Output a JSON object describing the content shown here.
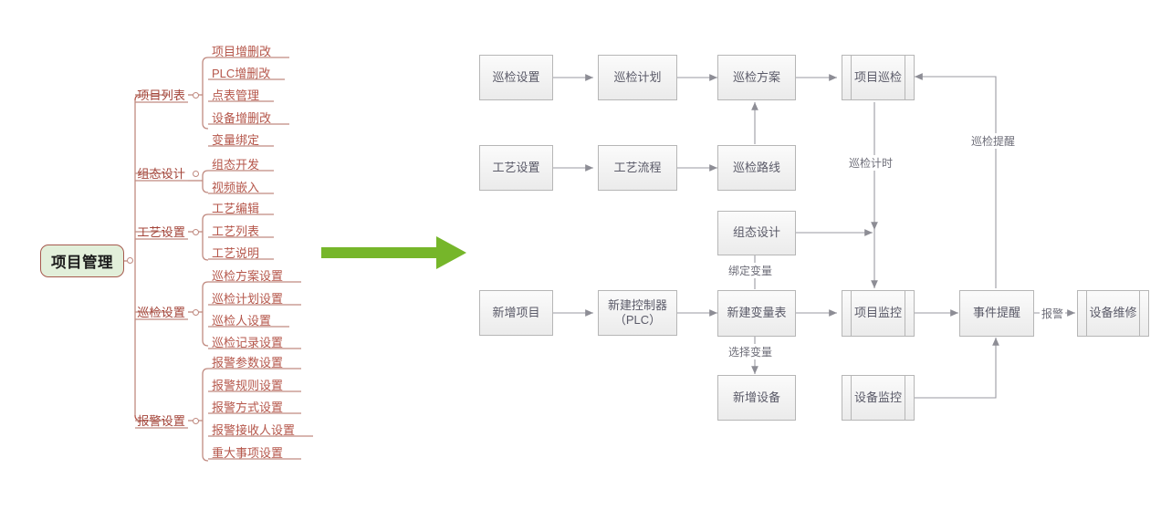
{
  "mindmap": {
    "root": {
      "label": "项目管理",
      "fill": "#e2efda",
      "border": "#a65a4e"
    },
    "branch_color": "#a4453a",
    "leaf_color": "#b5564a",
    "branches": [
      {
        "label": "项目列表",
        "leaves": [
          "项目增删改",
          "PLC增删改",
          "点表管理",
          "设备增删改",
          "变量绑定"
        ]
      },
      {
        "label": "组态设计",
        "leaves": [
          "组态开发",
          "视频嵌入"
        ]
      },
      {
        "label": "工艺设置",
        "leaves": [
          "工艺编辑",
          "工艺列表",
          "工艺说明"
        ]
      },
      {
        "label": "巡检设置",
        "leaves": [
          "巡检方案设置",
          "巡检计划设置",
          "巡检人设置",
          "巡检记录设置"
        ]
      },
      {
        "label": "报警设置",
        "leaves": [
          "报警参数设置",
          "报警规则设置",
          "报警方式设置",
          "报警接收人设置",
          "重大事项设置"
        ]
      }
    ]
  },
  "connector": {
    "name": "green-right-arrow",
    "color": "#76b62a"
  },
  "flowchart": {
    "box_fill": "#f2f2f2",
    "box_border": "#b6b6b6",
    "text_color": "#5a5a68",
    "nodes": [
      {
        "id": "n1",
        "label": "巡检设置",
        "shape": "process"
      },
      {
        "id": "n2",
        "label": "巡检计划",
        "shape": "process"
      },
      {
        "id": "n3",
        "label": "巡检方案",
        "shape": "process"
      },
      {
        "id": "n4",
        "label": "项目巡检",
        "shape": "predefined"
      },
      {
        "id": "n5",
        "label": "工艺设置",
        "shape": "process"
      },
      {
        "id": "n6",
        "label": "工艺流程",
        "shape": "process"
      },
      {
        "id": "n7",
        "label": "巡检路线",
        "shape": "process"
      },
      {
        "id": "n8",
        "label": "组态设计",
        "shape": "process"
      },
      {
        "id": "n9",
        "label": "新增项目",
        "shape": "process"
      },
      {
        "id": "n10",
        "label": "新建控制器\n（PLC）",
        "shape": "process"
      },
      {
        "id": "n11",
        "label": "新建变量表",
        "shape": "process"
      },
      {
        "id": "n12",
        "label": "项目监控",
        "shape": "predefined"
      },
      {
        "id": "n13",
        "label": "事件提醒",
        "shape": "process"
      },
      {
        "id": "n14",
        "label": "设备维修",
        "shape": "predefined"
      },
      {
        "id": "n15",
        "label": "新增设备",
        "shape": "process"
      },
      {
        "id": "n16",
        "label": "设备监控",
        "shape": "predefined"
      }
    ],
    "edge_labels": [
      {
        "id": "e1",
        "text": "巡检计时"
      },
      {
        "id": "e2",
        "text": "巡检提醒"
      },
      {
        "id": "e3",
        "text": "绑定变量"
      },
      {
        "id": "e4",
        "text": "选择变量"
      },
      {
        "id": "e5",
        "text": "报警"
      }
    ]
  }
}
